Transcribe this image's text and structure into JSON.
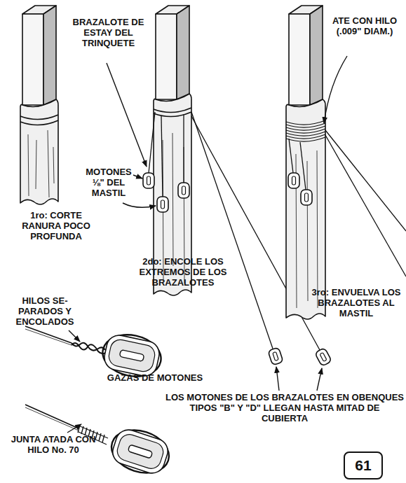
{
  "diagram": {
    "nodes": [
      {
        "text": [
          "61"
        ]
      }
    ],
    "labels": [
      "BRAZALOTE DE ESTAY DEL TRINQUETE",
      "ATE CON HILO (.009\" DIAM.)",
      "MOTONES ⅛\" DEL MASTIL",
      "1ro: CORTE RANURA POCO PROFUNDA",
      "2do: ENCOLE LOS EXTREMOS DE LOS BRAZALOTES",
      "3ro: ENVUELVA LOS BRAZALOTES AL MASTIL",
      "HILOS SE- PARADOS Y ENCOLADOS",
      "GAZAS DE MOTONES",
      "LOS MOTONES DE LOS BRAZALOTES EN OBENQUES TIPOS \"B\" Y \"D\" LLEGAN HASTA MITAD DE CUBIERTA",
      "JUNTA ATADA CON HILO No. 70"
    ]
  }
}
